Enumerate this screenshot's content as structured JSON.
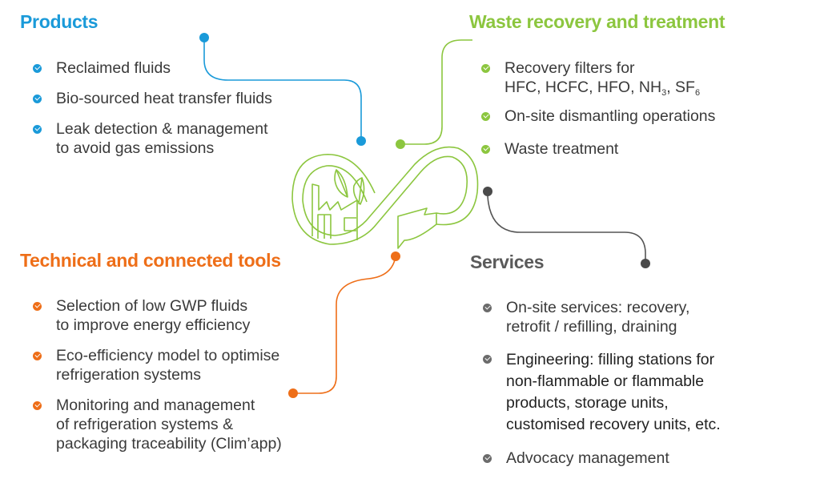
{
  "colors": {
    "products": "#1a9ad9",
    "waste": "#8cc63f",
    "tools": "#ee6e18",
    "services": "#5a5a5a",
    "services_bullet": "#6b6b6b",
    "text": "#3a3a3a"
  },
  "products": {
    "title": "Products",
    "items": [
      {
        "lines": [
          "Reclaimed fluids"
        ]
      },
      {
        "lines": [
          "Bio-sourced heat transfer fluids"
        ]
      },
      {
        "lines": [
          "Leak detection & management",
          "to avoid gas emissions"
        ]
      }
    ]
  },
  "waste": {
    "title": "Waste recovery and treatment",
    "items": [
      {
        "line1": "Recovery filters for",
        "line2_parts": [
          "HFC, HCFC, HFO, NH",
          "3",
          ", SF",
          "6"
        ]
      },
      {
        "lines": [
          "On-site dismantling operations"
        ]
      },
      {
        "lines": [
          "Waste treatment"
        ]
      }
    ]
  },
  "tools": {
    "title": "Technical and connected tools",
    "items": [
      {
        "lines": [
          "Selection of low GWP fluids",
          "to improve energy efficiency"
        ]
      },
      {
        "lines": [
          "Eco-efficiency model to optimise",
          "refrigeration systems"
        ]
      },
      {
        "lines": [
          "Monitoring and management",
          "of refrigeration systems &",
          "packaging traceability (Clim’app)"
        ]
      }
    ]
  },
  "services": {
    "title": "Services",
    "items": [
      {
        "lines": [
          "On-site services: recovery,",
          "retrofit / refilling, draining"
        ]
      },
      {
        "lines": [
          "Engineering: filling stations for",
          "non-flammable or flammable",
          "products, storage units,",
          "customised recovery units, etc."
        ]
      },
      {
        "lines": [
          "Advocacy management"
        ]
      }
    ]
  },
  "icons": {
    "center": "circular-economy-infinity-icon",
    "bullet": "check-circle-icon"
  }
}
